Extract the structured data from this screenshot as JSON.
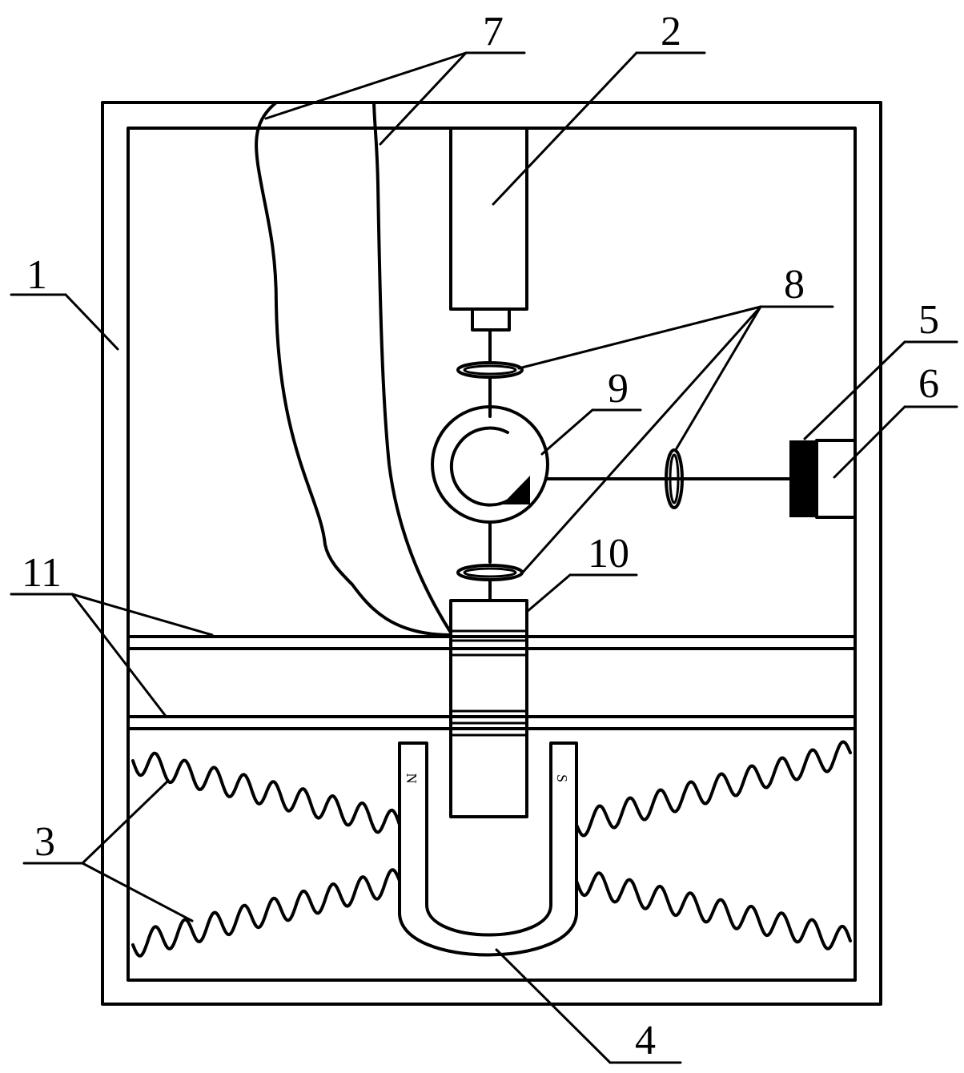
{
  "labels": {
    "l1": "1",
    "l2": "2",
    "l3": "3",
    "l4": "4",
    "l5": "5",
    "l6": "6",
    "l7": "7",
    "l8": "8",
    "l9": "9",
    "l10": "10",
    "l11": "11"
  },
  "magnet_poles": {
    "north": "N",
    "south": "S"
  },
  "colors": {
    "ink": "#000000",
    "background": "#ffffff"
  }
}
